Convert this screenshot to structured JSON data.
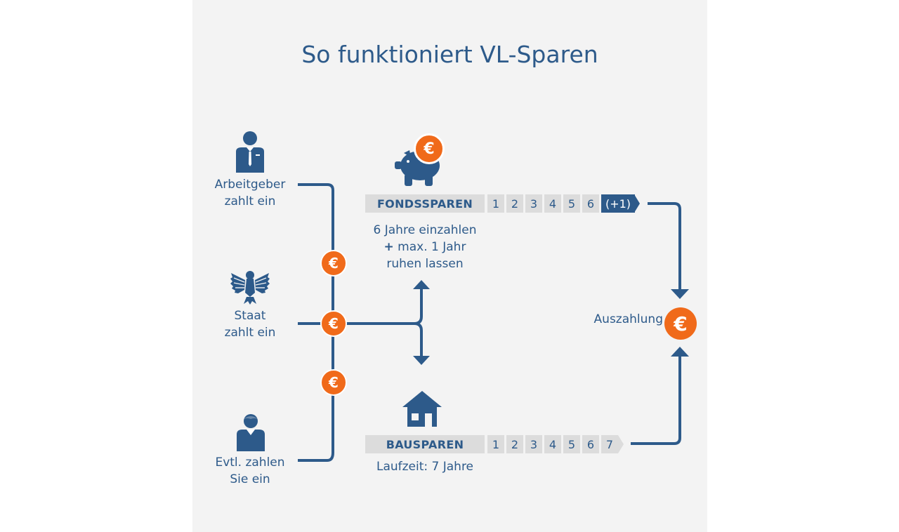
{
  "title": "So funktioniert VL-Sparen",
  "payers": {
    "employer": {
      "line1": "Arbeitgeber",
      "line2": "zahlt ein"
    },
    "state": {
      "line1": "Staat",
      "line2": "zahlt ein"
    },
    "self": {
      "line1": "Evtl. zahlen",
      "line2": "Sie ein"
    }
  },
  "currency_symbol": "€",
  "fondssparen": {
    "label": "FONDSSPAREN",
    "years": [
      "1",
      "2",
      "3",
      "4",
      "5",
      "6"
    ],
    "extra": "(+1)",
    "desc1": "6 Jahre einzahlen",
    "desc2_plus": "+",
    "desc2": " max. 1 Jahr",
    "desc3": "ruhen lassen"
  },
  "bausparen": {
    "label": "BAUSPAREN",
    "years": [
      "1",
      "2",
      "3",
      "4",
      "5",
      "6",
      "7"
    ],
    "desc": "Laufzeit: 7 Jahre"
  },
  "payout": {
    "label": "Auszahlung"
  },
  "colors": {
    "primary": "#2d5a8a",
    "accent": "#f06a1a",
    "bar": "#dcdcdc",
    "background": "#f3f3f3"
  }
}
